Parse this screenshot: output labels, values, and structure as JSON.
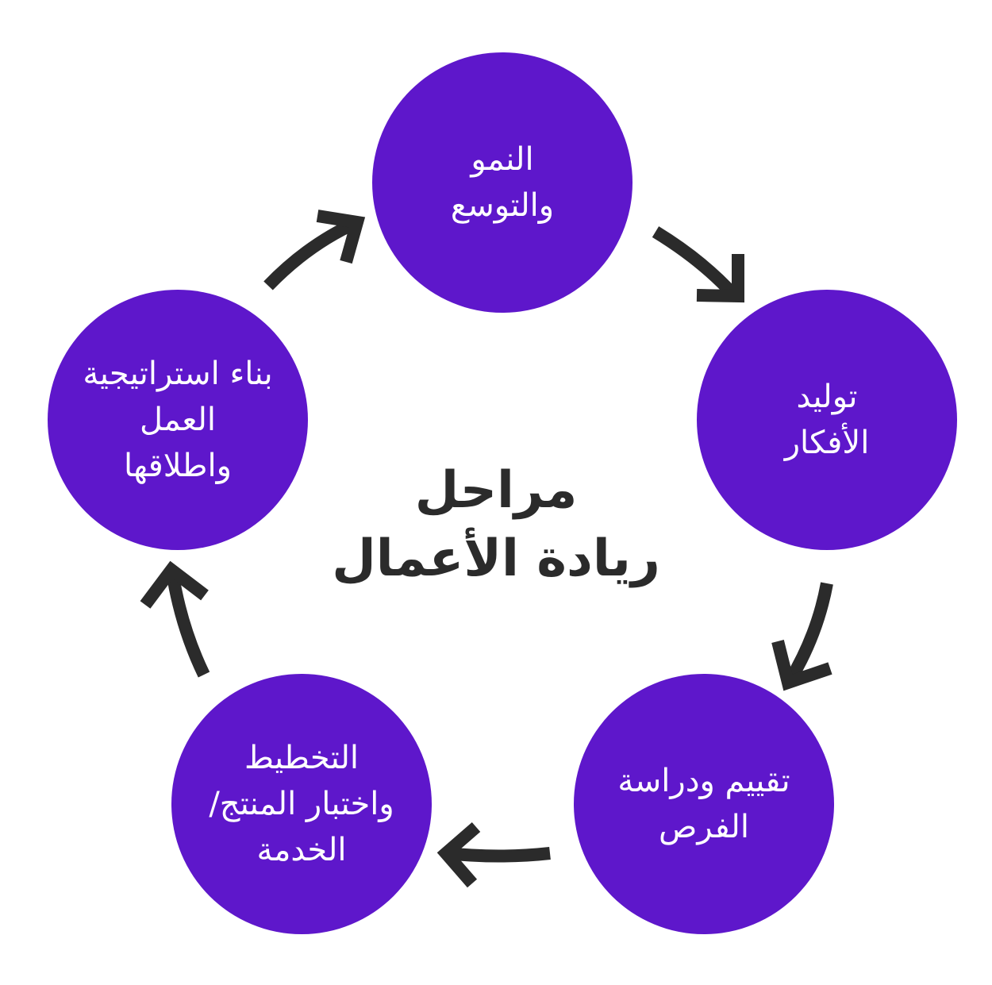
{
  "title": "مراحل\nريادة الأعمال",
  "stages": [
    {
      "label": "النمو\nوالتوسع"
    },
    {
      "label": "توليد\nالأفكار"
    },
    {
      "label": "تقييم ودراسة\nالفرص"
    },
    {
      "label": "التخطيط\nواختبار المنتج/\nالخدمة"
    },
    {
      "label": "بناء استراتيجية\nالعمل\nواطلاقها"
    }
  ],
  "colors": {
    "circle": "#5E17CB",
    "arrow": "#2B2B2B",
    "text": "#FFFFFF"
  }
}
